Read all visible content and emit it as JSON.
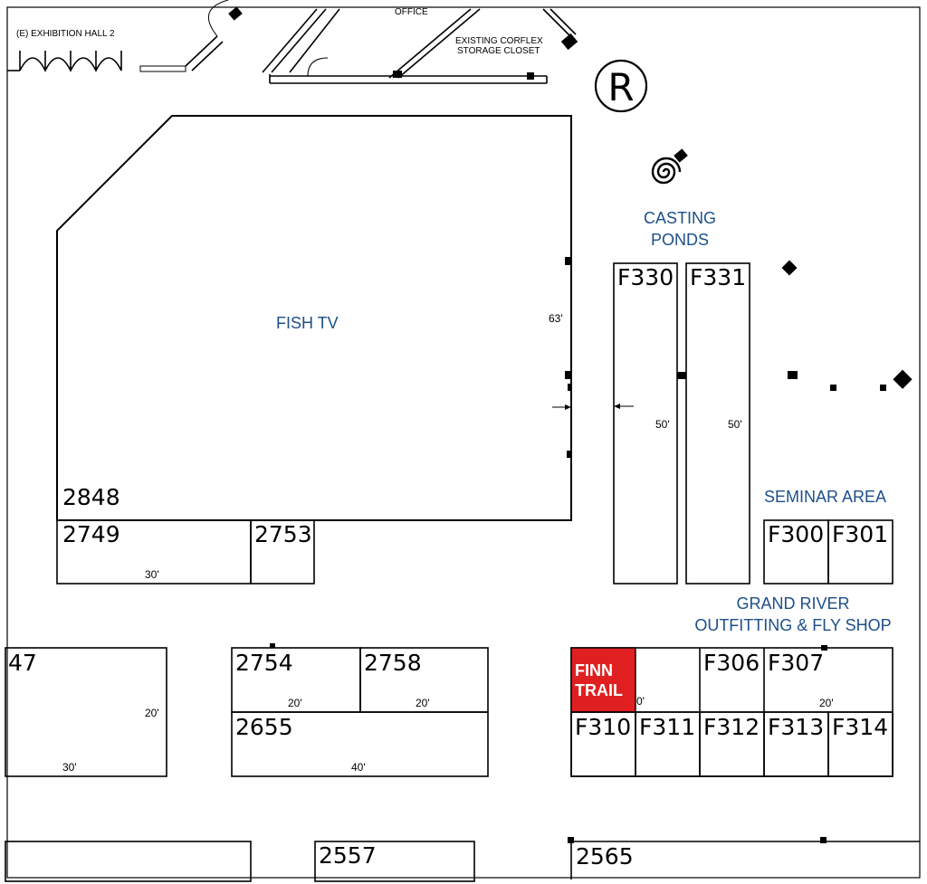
{
  "header": {
    "exhibition_hall": "(E)  EXHIBITION HALL 2",
    "office": "OFFICE",
    "closet_line1": "EXISTING CORFLEX",
    "closet_line2": "STORAGE CLOSET",
    "restroom_symbol": "R"
  },
  "areas": {
    "fish_tv": "FISH TV",
    "casting_line1": "CASTING",
    "casting_line2": "PONDS",
    "seminar": "SEMINAR AREA",
    "grand_river_line1": "GRAND RIVER",
    "grand_river_line2": "OUTFITTING & FLY SHOP"
  },
  "highlight": {
    "line1": "FINN",
    "line2": "TRAIL",
    "color": "#e02020"
  },
  "booths": {
    "b2848": "2848",
    "b2749": "2749",
    "b2753": "2753",
    "b47": "47",
    "b2754": "2754",
    "b2758": "2758",
    "b2655": "2655",
    "f330": "F330",
    "f331": "F331",
    "f300": "F300",
    "f301": "F301",
    "f306": "F306",
    "f307": "F307",
    "f310": "F310",
    "f311": "F311",
    "f312": "F312",
    "f313": "F313",
    "f314": "F314",
    "b2557": "2557",
    "b2565": "2565"
  },
  "dimensions": {
    "fish_tv_depth": "63'",
    "f330_depth": "50'",
    "f331_depth": "50'",
    "b2749_width": "30'",
    "b47_depth": "20'",
    "b47_width": "30'",
    "b2754_width": "20'",
    "b2758_width": "20'",
    "b2655_width": "40'",
    "finn_partial": "0'",
    "f307_width": "20'"
  },
  "colors": {
    "label_blue": "#1d4f8a",
    "line": "#000000"
  }
}
